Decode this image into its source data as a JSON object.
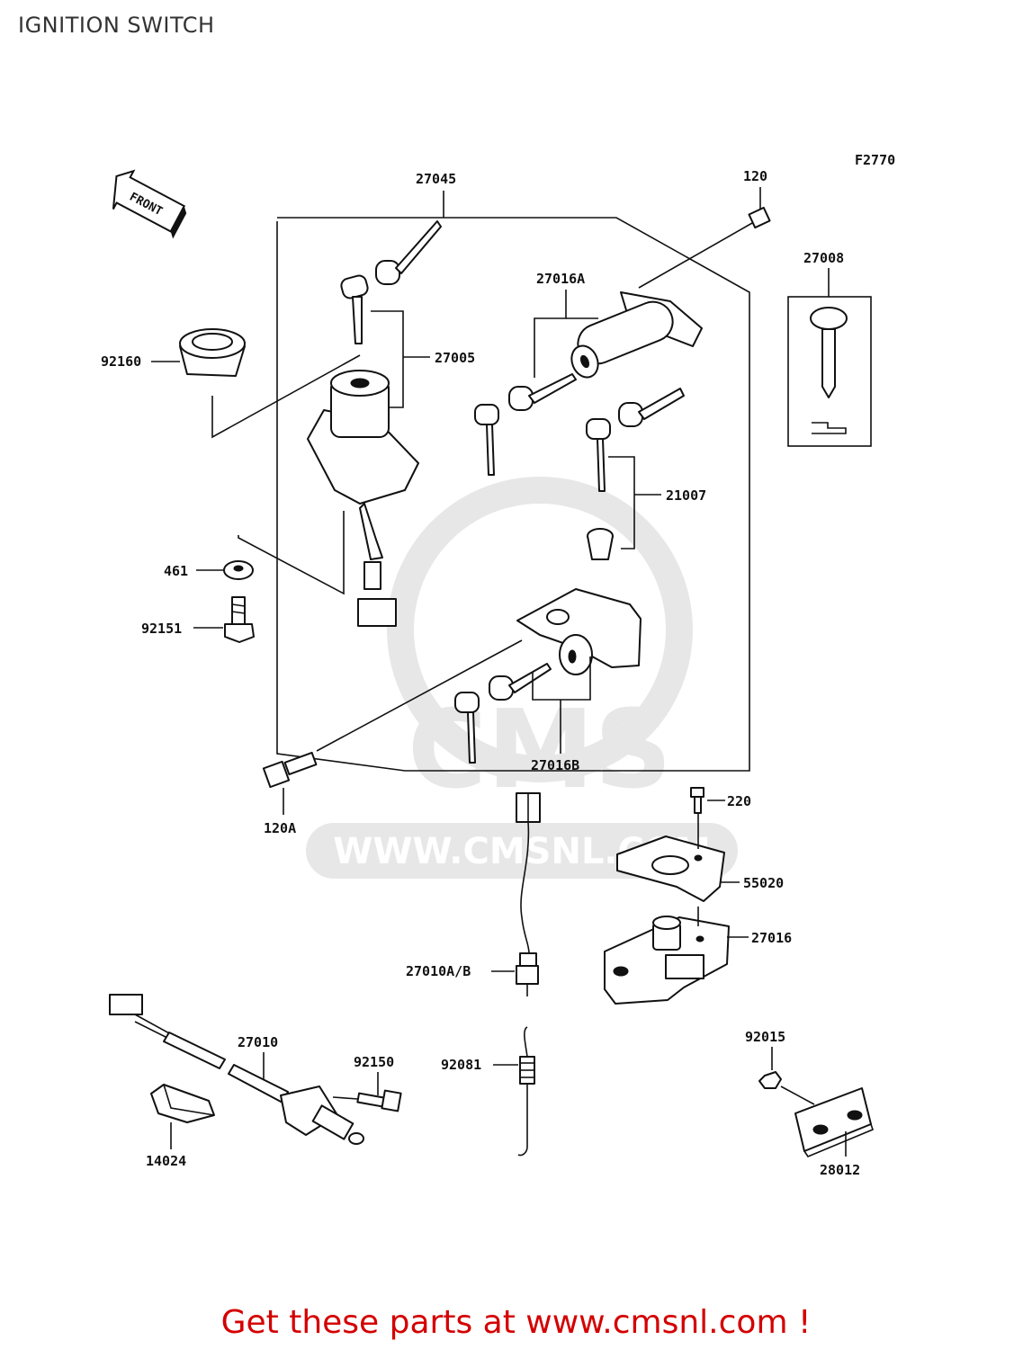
{
  "page": {
    "title": "IGNITION SWITCH",
    "figure_code": "F2770",
    "front_label": "FRONT",
    "watermark": "WWW.CMSNL.COM",
    "watermark_logo": "CMS"
  },
  "parts": {
    "p27045": "27045",
    "p120": "120",
    "p27008": "27008",
    "p27016A": "27016A",
    "p92160": "92160",
    "p27005": "27005",
    "p21007": "21007",
    "p461": "461",
    "p92151": "92151",
    "p27016B": "27016B",
    "p120A": "120A",
    "p220": "220",
    "p55020": "55020",
    "p27016": "27016",
    "p27010AB": "27010A/B",
    "p27010": "27010",
    "p92150": "92150",
    "p92081": "92081",
    "p92015": "92015",
    "p14024": "14024",
    "p28012": "28012"
  },
  "footer": {
    "text": "Get these parts at www.cmsnl.com !"
  },
  "colors": {
    "footer_text": "#d40000",
    "line_art": "#111111",
    "watermark": "#e7e7e7"
  }
}
